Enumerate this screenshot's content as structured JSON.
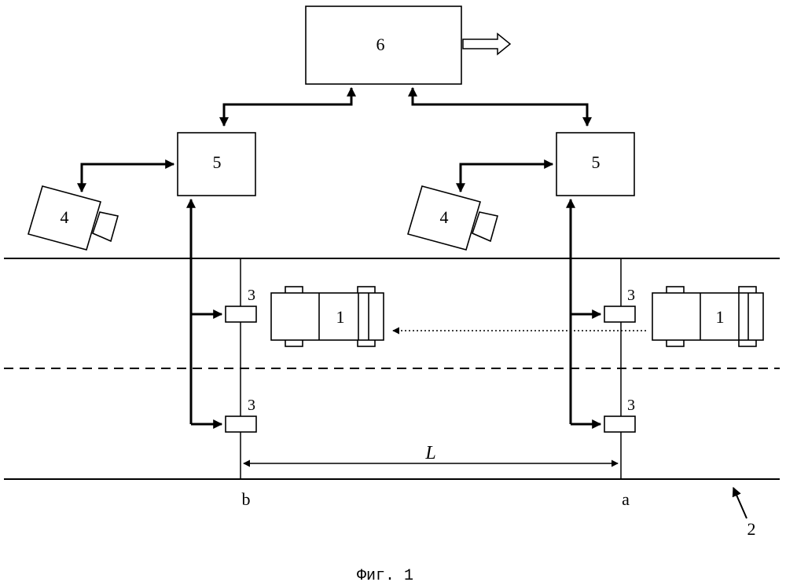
{
  "labels": {
    "controller": "6",
    "processor_left": "5",
    "processor_right": "5",
    "camera_left": "4",
    "camera_right": "4",
    "sensor_top_left": "3",
    "sensor_bottom_left": "3",
    "sensor_top_right": "3",
    "sensor_bottom_right": "3",
    "vehicle_left": "1",
    "vehicle_right": "1",
    "distance": "L",
    "point_b": "b",
    "point_a": "a",
    "road": "2"
  },
  "caption": "Фиг. 1"
}
